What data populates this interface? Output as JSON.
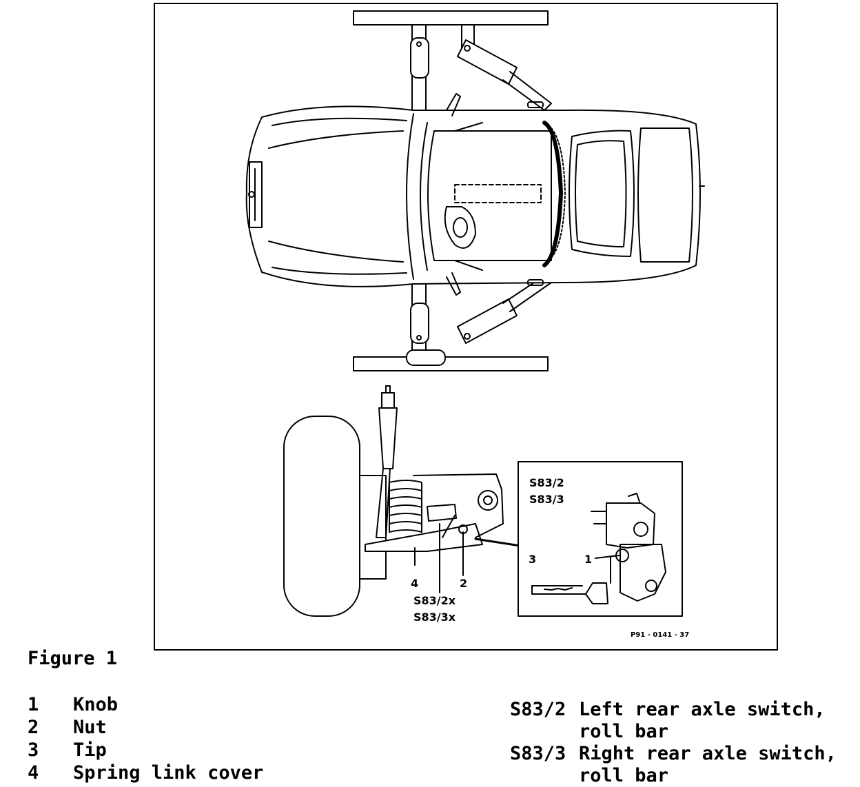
{
  "figure": {
    "caption": "Figure 1",
    "image_code": "P91 - 0141 - 37",
    "callouts": {
      "c1": "1",
      "c2": "2",
      "c3": "3",
      "c4": "4",
      "inset_s832": "S83/2",
      "inset_s833": "S83/3",
      "main_s832x": "S83/2x",
      "main_s833x": "S83/3x"
    }
  },
  "legend_left": [
    {
      "num": "1",
      "text": "Knob"
    },
    {
      "num": "2",
      "text": "Nut"
    },
    {
      "num": "3",
      "text": "Tip"
    },
    {
      "num": "4",
      "text": "Spring link cover"
    }
  ],
  "legend_right": [
    {
      "code": "S83/2",
      "line1": "Left rear axle switch,",
      "line2": "roll bar"
    },
    {
      "code": "S83/3",
      "line1": "Right rear axle switch,",
      "line2": "roll bar"
    }
  ]
}
